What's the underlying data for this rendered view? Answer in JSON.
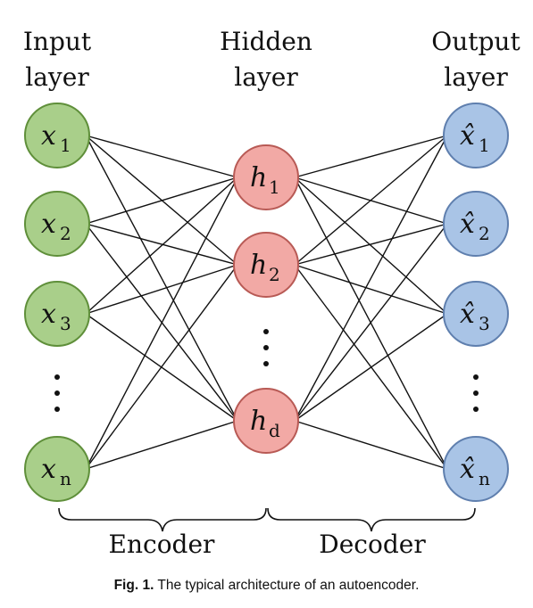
{
  "layers": {
    "input": {
      "title_line1": "Input",
      "title_line2": "layer"
    },
    "hidden": {
      "title_line1": "Hidden",
      "title_line2": "layer"
    },
    "output": {
      "title_line1": "Output",
      "title_line2": "layer"
    }
  },
  "nodes": {
    "input": [
      {
        "main": "x",
        "sub": "1"
      },
      {
        "main": "x",
        "sub": "2"
      },
      {
        "main": "x",
        "sub": "3"
      },
      {
        "main": "x",
        "sub": "n"
      }
    ],
    "hidden": [
      {
        "main": "h",
        "sub": "1"
      },
      {
        "main": "h",
        "sub": "2"
      },
      {
        "main": "h",
        "sub": "d"
      }
    ],
    "output": [
      {
        "main": "x̂",
        "sub": "1"
      },
      {
        "main": "x̂",
        "sub": "2"
      },
      {
        "main": "x̂",
        "sub": "3"
      },
      {
        "main": "x̂",
        "sub": "n"
      }
    ]
  },
  "colors": {
    "input_fill": "#a9cf8a",
    "input_stroke": "#5f8f3a",
    "hidden_fill": "#f2a9a5",
    "hidden_stroke": "#b85a55",
    "output_fill": "#a9c4e6",
    "output_stroke": "#5f7fae"
  },
  "braces": {
    "encoder": "Encoder",
    "decoder": "Decoder"
  },
  "caption": {
    "label": "Fig. 1.",
    "text": "The typical architecture of an autoencoder."
  }
}
